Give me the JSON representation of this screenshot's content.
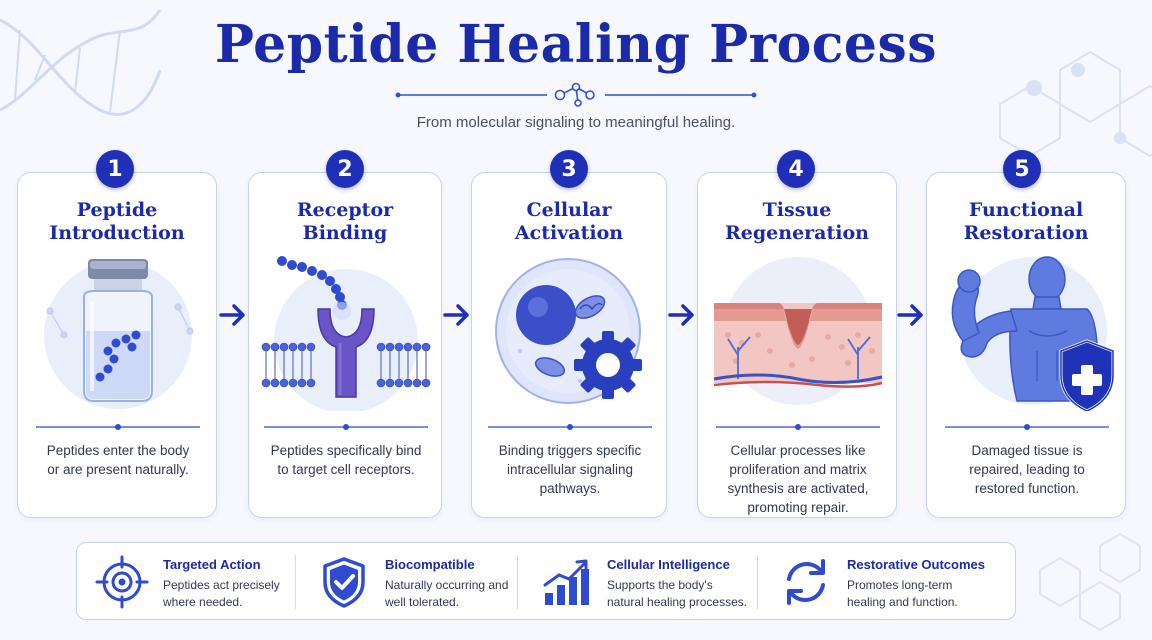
{
  "header": {
    "title": "Peptide Healing Process",
    "subtitle": "From molecular signaling to meaningful healing."
  },
  "steps": [
    {
      "number": "1",
      "title_lines": [
        "Peptide",
        "Introduction"
      ],
      "desc_lines": [
        "Peptides enter the body",
        "or are present naturally."
      ]
    },
    {
      "number": "2",
      "title_lines": [
        "Receptor",
        "Binding"
      ],
      "desc_lines": [
        "Peptides specifically bind",
        "to target cell receptors."
      ]
    },
    {
      "number": "3",
      "title_lines": [
        "Cellular",
        "Activation"
      ],
      "desc_lines": [
        "Binding triggers specific",
        "intracellular signaling",
        "pathways."
      ]
    },
    {
      "number": "4",
      "title_lines": [
        "Tissue",
        "Regeneration"
      ],
      "desc_lines": [
        "Cellular processes like",
        "proliferation and matrix",
        "synthesis are activated,",
        "promoting repair."
      ]
    },
    {
      "number": "5",
      "title_lines": [
        "Functional",
        "Restoration"
      ],
      "desc_lines": [
        "Damaged tissue is",
        "repaired, leading to",
        "restored function."
      ]
    }
  ],
  "features": [
    {
      "icon": "target-icon",
      "title": "Targeted Action",
      "desc_lines": [
        "Peptides act precisely",
        "where needed."
      ]
    },
    {
      "icon": "shield-check-icon",
      "title": "Biocompatible",
      "desc_lines": [
        "Naturally occurring and",
        "well tolerated."
      ]
    },
    {
      "icon": "growth-chart-icon",
      "title": "Cellular Intelligence",
      "desc_lines": [
        "Supports the body's",
        "natural healing processes."
      ]
    },
    {
      "icon": "cycle-arrows-icon",
      "title": "Restorative Outcomes",
      "desc_lines": [
        "Promotes long-term",
        "healing and function."
      ]
    }
  ],
  "colors": {
    "primary": "#1a2aa8",
    "accent": "#3350d8",
    "card_border": "#c9d3f0",
    "background": "#f6f8fd"
  }
}
